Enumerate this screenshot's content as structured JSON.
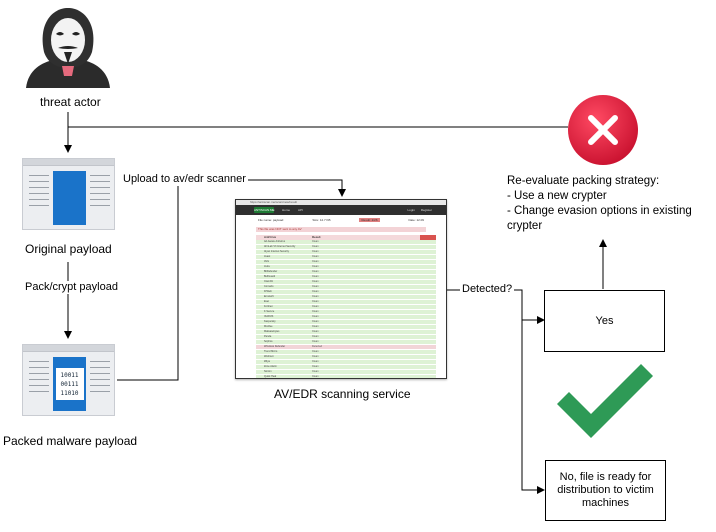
{
  "labels": {
    "threat_actor": "threat actor",
    "upload": "Upload to av/edr scanner",
    "original_payload": "Original payload",
    "pack_crypt": "Pack/crypt payload",
    "packed_payload": "Packed malware payload",
    "scanner_caption": "AV/EDR scanning service",
    "detected": "Detected?",
    "reeval_title": "Re-evaluate packing strategy:",
    "reeval_item1": "- Use a new crypter",
    "reeval_item2": "- Change evasion options in existing",
    "reeval_item3": "crypter"
  },
  "boxes": {
    "yes": "Yes",
    "no_line1": "No, file is ready for",
    "no_line2": "distribution to victim",
    "no_line3": "machines"
  },
  "scanner": {
    "address": "https://antiscan.me/scan/new/result",
    "logo": "ANTISCAN.ME",
    "nav_home": "Home",
    "nav_api": "API",
    "nav_login": "Login",
    "nav_register": "Register",
    "meta1": "File name: payload",
    "meta2": "Size: 12.7 KB",
    "meta3": "Result: 2/26",
    "meta4": "Date: 12.09",
    "banner": "This file was NOT sent to any AV",
    "col_av": "AntiVirus",
    "col_result": "Result",
    "rows": [
      {
        "n": "Ad-Aware Antivirus",
        "r": "Clean",
        "s": "ok"
      },
      {
        "n": "AhnLab V3 Internet Security",
        "r": "Clean",
        "s": "ok"
      },
      {
        "n": "Alyac Internet Security",
        "r": "Clean",
        "s": "ok"
      },
      {
        "n": "Avast",
        "r": "Clean",
        "s": "ok"
      },
      {
        "n": "AVG",
        "r": "Clean",
        "s": "ok"
      },
      {
        "n": "Avira",
        "r": "Clean",
        "s": "ok"
      },
      {
        "n": "BitDefender",
        "r": "Clean",
        "s": "ok"
      },
      {
        "n": "BullGuard",
        "r": "Clean",
        "s": "ok"
      },
      {
        "n": "ClamAV",
        "r": "Clean",
        "s": "ok"
      },
      {
        "n": "Comodo",
        "r": "Clean",
        "s": "ok"
      },
      {
        "n": "DrWeb",
        "r": "Clean",
        "s": "ok"
      },
      {
        "n": "Emsisoft",
        "r": "Clean",
        "s": "ok"
      },
      {
        "n": "Eset",
        "r": "Clean",
        "s": "ok"
      },
      {
        "n": "Fortinet",
        "r": "Clean",
        "s": "ok"
      },
      {
        "n": "F-Secure",
        "r": "Clean",
        "s": "ok"
      },
      {
        "n": "IKARUS",
        "r": "Clean",
        "s": "ok"
      },
      {
        "n": "Kaspersky",
        "r": "Clean",
        "s": "ok"
      },
      {
        "n": "McAfee",
        "r": "Clean",
        "s": "ok"
      },
      {
        "n": "Malwarebytes",
        "r": "Clean",
        "s": "ok"
      },
      {
        "n": "Panda",
        "r": "Clean",
        "s": "ok"
      },
      {
        "n": "Sophos",
        "r": "Clean",
        "s": "ok"
      },
      {
        "n": "Windows Defender",
        "r": "Detected",
        "s": "bad"
      },
      {
        "n": "Trend Micro",
        "r": "Clean",
        "s": "ok"
      },
      {
        "n": "Webroot",
        "r": "Clean",
        "s": "ok"
      },
      {
        "n": "Zillya",
        "r": "Clean",
        "s": "ok"
      },
      {
        "n": "Zone Alarm",
        "r": "Clean",
        "s": "ok"
      },
      {
        "n": "Norton",
        "r": "Clean",
        "s": "ok"
      },
      {
        "n": "Quick Heal",
        "r": "Clean",
        "s": "ok"
      },
      {
        "n": "Vipre",
        "r": "Clean",
        "s": "ok"
      },
      {
        "n": "Avast Business",
        "r": "Clean",
        "s": "ok"
      }
    ]
  },
  "packed_icon_digits": [
    "10011",
    "00111",
    "11010"
  ],
  "colors": {
    "line": "#000000",
    "x_circle": "#e0203a",
    "check": "#2e9a56",
    "doc_blue": "#1a73c9"
  }
}
